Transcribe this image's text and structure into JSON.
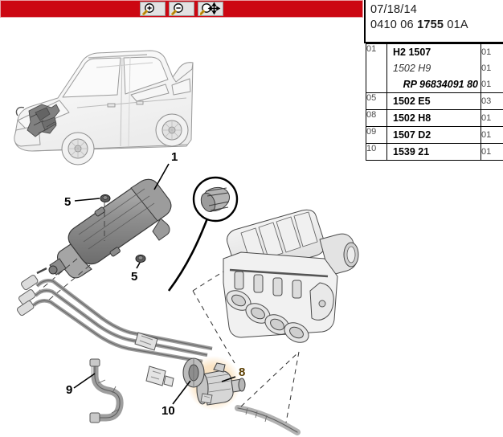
{
  "toolbar": {
    "buttons": [
      {
        "name": "zoom-in-button",
        "icon": "magnifier-plus-icon",
        "title": "Zoom in"
      },
      {
        "name": "zoom-out-button",
        "icon": "magnifier-minus-icon",
        "title": "Zoom out"
      },
      {
        "name": "pan-button",
        "icon": "magnifier-move-icon",
        "title": "Pan"
      }
    ],
    "background_color": "#cc0712"
  },
  "header": {
    "date": "07/18/14",
    "reference_prefix": "0410 06",
    "reference_code": "1755",
    "reference_suffix": "01A"
  },
  "parts_table": {
    "highlight_color": "#fae0bc",
    "rows": [
      {
        "index": "01",
        "lines": [
          {
            "text": "H2 1507",
            "style": "main"
          },
          {
            "text": "1502 H9",
            "style": "alt"
          },
          {
            "text": "RP 96834091 80",
            "style": "rp"
          }
        ],
        "quantities": [
          "01",
          "01",
          "01"
        ],
        "highlighted": false
      },
      {
        "index": "05",
        "lines": [
          {
            "text": "1502 E5",
            "style": "main"
          }
        ],
        "quantities": [
          "03"
        ],
        "highlighted": false
      },
      {
        "index": "08",
        "lines": [
          {
            "text": "1502 H8",
            "style": "main"
          }
        ],
        "quantities": [
          "01"
        ],
        "highlighted": true
      },
      {
        "index": "09",
        "lines": [
          {
            "text": "1507 D2",
            "style": "main"
          }
        ],
        "quantities": [
          "01"
        ],
        "highlighted": false
      },
      {
        "index": "10",
        "lines": [
          {
            "text": "1539 21",
            "style": "main"
          }
        ],
        "quantities": [
          "01"
        ],
        "highlighted": false
      }
    ]
  },
  "diagram": {
    "callouts": [
      {
        "label": "1",
        "highlighted": false
      },
      {
        "label": "5",
        "highlighted": false
      },
      {
        "label": "5",
        "highlighted": false
      },
      {
        "label": "8",
        "highlighted": true
      },
      {
        "label": "9",
        "highlighted": false
      },
      {
        "label": "10",
        "highlighted": false
      }
    ],
    "highlight_color": "#fae0bc"
  }
}
